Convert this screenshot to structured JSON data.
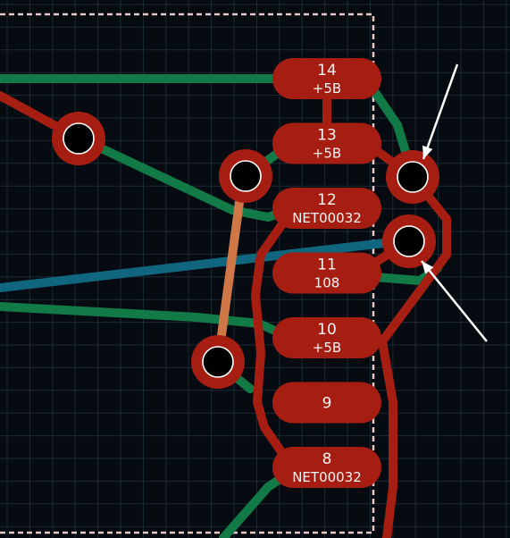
{
  "colors": {
    "background": "#060b11",
    "grid": "#1b2a33",
    "copper_front": "#a61e12",
    "copper_back": "#117a46",
    "copper_inner_blue": "#11667f",
    "copper_highlight": "#d07748",
    "pad_fill": "#a61e12",
    "pad_text": "#f3f3f3",
    "board_edge": "#e8c7c7",
    "annotation_arrow": "#ffffff"
  },
  "pads": [
    {
      "number": "14",
      "net": "+5B"
    },
    {
      "number": "13",
      "net": "+5B"
    },
    {
      "number": "12",
      "net": "NET00032"
    },
    {
      "number": "11",
      "net": "108"
    },
    {
      "number": "10",
      "net": "+5B"
    },
    {
      "number": "9",
      "net": ""
    },
    {
      "number": "8",
      "net": "NET00032"
    }
  ],
  "vias": [
    {
      "name": "via-left-top"
    },
    {
      "name": "via-middle"
    },
    {
      "name": "via-lower-left"
    },
    {
      "name": "via-right-upper"
    },
    {
      "name": "via-right-lower"
    }
  ],
  "annotations": [
    {
      "name": "arrow-to-upper-via"
    },
    {
      "name": "arrow-to-lower-via"
    }
  ]
}
